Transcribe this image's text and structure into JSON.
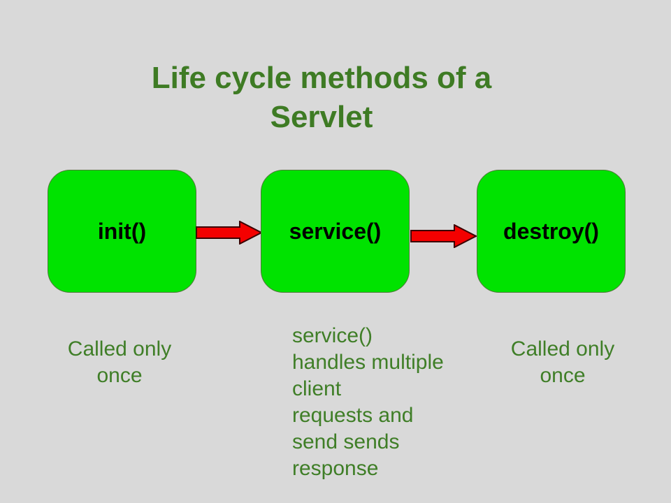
{
  "slide": {
    "title": "Life cycle methods of a\nServlet",
    "boxes": [
      {
        "label": "init()"
      },
      {
        "label": "service()"
      },
      {
        "label": "destroy()"
      }
    ],
    "arrows": [
      {
        "icon": "arrow-right-icon"
      },
      {
        "icon": "arrow-right-icon"
      }
    ],
    "captions": {
      "left": "Called only\nonce",
      "middle": "service()\nhandles multiple\nclient\nrequests and\nsend sends\nresponse",
      "right": "Called only\nonce"
    },
    "colors": {
      "background": "#d9d9d9",
      "title_green": "#3e7b24",
      "caption_green": "#3f7e27",
      "box_fill": "#00e300",
      "box_border": "#4e7a38",
      "label_black": "#000000",
      "arrow_fill": "#f40000",
      "arrow_stroke": "#3b0000"
    }
  }
}
